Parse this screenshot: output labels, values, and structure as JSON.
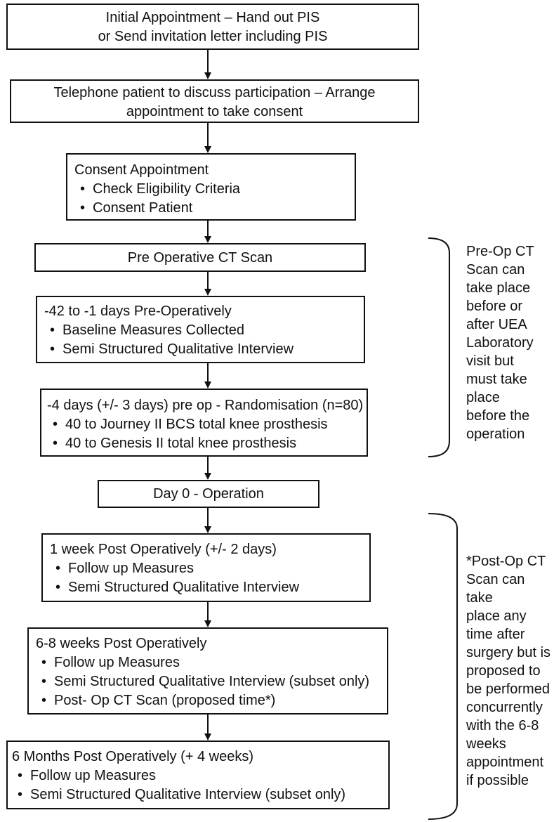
{
  "steps": [
    {
      "id": "initial",
      "lines": [
        "Initial Appointment – Hand out PIS",
        "or  Send invitation letter including PIS"
      ],
      "bullets": []
    },
    {
      "id": "telephone",
      "lines": [
        "Telephone patient to discuss participation – Arrange",
        "appointment to take consent"
      ],
      "bullets": []
    },
    {
      "id": "consent",
      "lines": [
        "Consent Appointment"
      ],
      "bullets": [
        "Check Eligibility Criteria",
        "Consent Patient"
      ]
    },
    {
      "id": "ctscan",
      "lines": [
        "Pre Operative CT Scan"
      ],
      "bullets": []
    },
    {
      "id": "preop",
      "lines": [
        "-42 to -1 days Pre-Operatively"
      ],
      "bullets": [
        "Baseline Measures Collected",
        "Semi Structured Qualitative Interview"
      ]
    },
    {
      "id": "random",
      "lines": [
        "-4 days (+/- 3 days) pre op - Randomisation (n=80)"
      ],
      "bullets": [
        "40 to Journey II BCS  total knee prosthesis",
        "40 to Genesis II total knee prosthesis"
      ]
    },
    {
      "id": "day0",
      "lines": [
        "Day 0 - Operation"
      ],
      "bullets": []
    },
    {
      "id": "week1",
      "lines": [
        "1 week Post Operatively (+/- 2 days)"
      ],
      "bullets": [
        "Follow up Measures",
        "Semi Structured Qualitative Interview"
      ]
    },
    {
      "id": "week68",
      "lines": [
        "6-8 weeks Post Operatively"
      ],
      "bullets": [
        "Follow up Measures",
        "Semi Structured Qualitative Interview (subset only)",
        "Post- Op CT Scan (proposed time*)"
      ]
    },
    {
      "id": "month6",
      "lines": [
        "6 Months Post Operatively (+ 4 weeks)"
      ],
      "bullets": [
        "Follow up Measures",
        "Semi Structured Qualitative Interview (subset only)"
      ]
    }
  ],
  "notes": {
    "preop_ct": [
      "Pre-Op CT",
      "Scan can",
      "take place",
      "before or",
      "after UEA",
      "Laboratory",
      "visit but",
      "must take",
      "place",
      "before the",
      "operation"
    ],
    "postop_ct": [
      "*Post-Op CT",
      "Scan can take",
      "place any",
      "time after",
      "surgery but is",
      "proposed to",
      "be performed",
      "concurrently",
      "with the 6-8",
      "weeks",
      "appointment",
      "if possible"
    ]
  }
}
